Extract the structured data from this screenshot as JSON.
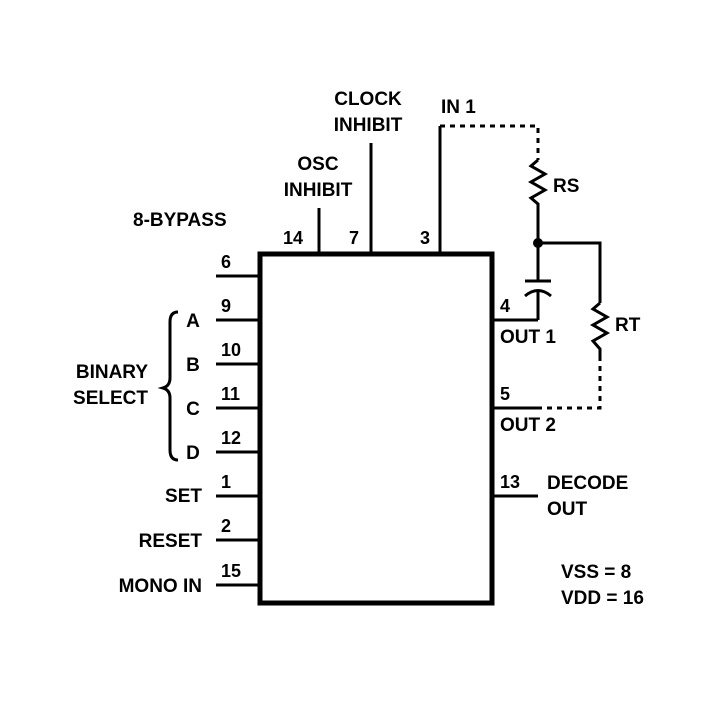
{
  "labels": {
    "clock_inhibit_1": "CLOCK",
    "clock_inhibit_2": "INHIBIT",
    "in1": "IN 1",
    "osc_inhibit_1": "OSC",
    "osc_inhibit_2": "INHIBIT",
    "rs": "RS",
    "bypass": "8-BYPASS",
    "rt": "RT",
    "out1": "OUT 1",
    "binary_select_1": "BINARY",
    "binary_select_2": "SELECT",
    "out2": "OUT 2",
    "decode_out_1": "DECODE",
    "decode_out_2": "OUT",
    "set": "SET",
    "reset": "RESET",
    "mono_in": "MONO IN",
    "a": "A",
    "b": "B",
    "c": "C",
    "d": "D",
    "vss": "VSS = 8",
    "vdd": "VDD = 16"
  },
  "pins": {
    "p14": "14",
    "p7": "7",
    "p3": "3",
    "p6": "6",
    "p9": "9",
    "p10": "10",
    "p11": "11",
    "p12": "12",
    "p1": "1",
    "p2": "2",
    "p15": "15",
    "p4": "4",
    "p5": "5",
    "p13": "13"
  }
}
